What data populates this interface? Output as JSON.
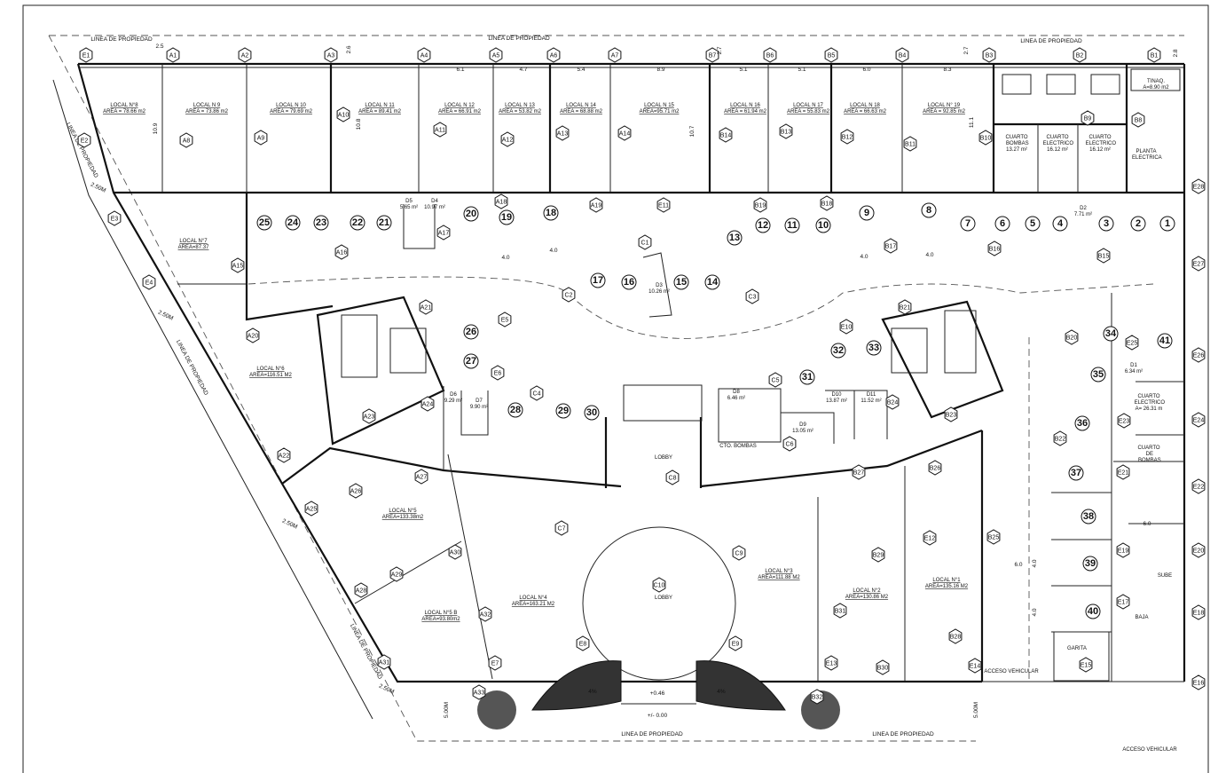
{
  "plan": {
    "property_line_label": "LINEA DE PROPIEDAD",
    "locales": [
      {
        "name": "LOCAL N°8",
        "area": "AREA = 78.66 m2"
      },
      {
        "name": "LOCAL N 9",
        "area": "AREA = 73.86 m2"
      },
      {
        "name": "LOCAL N 10",
        "area": "AREA = 79.69 m2"
      },
      {
        "name": "LOCAL N 11",
        "area": "AREA = 89.41 m2"
      },
      {
        "name": "LOCAL N 12",
        "area": "AREA = 66.91 m2"
      },
      {
        "name": "LOCAL N 13",
        "area": "AREA = 53.82 m2"
      },
      {
        "name": "LOCAL N 14",
        "area": "AREA = 68.88 m2"
      },
      {
        "name": "LOCAL N 15",
        "area": "AREA=95.71 m2"
      },
      {
        "name": "LOCAL N 16",
        "area": "AREA = 61.94 m2"
      },
      {
        "name": "LOCAL N 17",
        "area": "AREA = 55.83 m2"
      },
      {
        "name": "LOCAL N 18",
        "area": "AREA = 66.63 m2"
      },
      {
        "name": "LOCAL N° 19",
        "area": "AREA = 92.85 m2"
      },
      {
        "name": "LOCAL N°7",
        "area": "AREA=87.37"
      },
      {
        "name": "LOCAL N°6",
        "area": "AREA=116.51 M2"
      },
      {
        "name": "LOCAL N°5",
        "area": "AREA=133.38m2"
      },
      {
        "name": "LOCAL N°5 B",
        "area": "AREA=93.80m2"
      },
      {
        "name": "LOCAL N°4",
        "area": "AREA=163.21 M2"
      },
      {
        "name": "LOCAL N°3",
        "area": "AREA=111.88 M2"
      },
      {
        "name": "LOCAL N°2",
        "area": "AREA=130.86 M2"
      },
      {
        "name": "LOCAL N°1",
        "area": "AREA=135.16 M2"
      }
    ],
    "rooms": [
      {
        "name": "CUARTO BOMBAS",
        "area": "13.27 m²"
      },
      {
        "name": "CUARTO ELECTRICO",
        "area": "16.12 m²"
      },
      {
        "name": "CUARTO ELECTRICO",
        "area": "16.12 m²"
      },
      {
        "name": "PLANTA ELECTRICA",
        "area": ""
      },
      {
        "name": "TINAQ.",
        "area": "A=8.90 m2"
      },
      {
        "name": "CUARTO ELECTRICO",
        "area": "A= 26.31 m"
      },
      {
        "name": "CUARTO DE BOMBAS",
        "area": ""
      },
      {
        "name": "D1",
        "area": "6.34 m²"
      },
      {
        "name": "D2",
        "area": "7.71 m²"
      },
      {
        "name": "D3",
        "area": "10.26 m²"
      },
      {
        "name": "D4",
        "area": "10.97 m²"
      },
      {
        "name": "D5",
        "area": "5.65 m²"
      },
      {
        "name": "D6",
        "area": "9.29 m²"
      },
      {
        "name": "D7",
        "area": "9.90 m²"
      },
      {
        "name": "D8",
        "area": "6.46 m²"
      },
      {
        "name": "D9",
        "area": "13.05 m²"
      },
      {
        "name": "D10",
        "area": "13.87 m²"
      },
      {
        "name": "D11",
        "area": "11.52 m²"
      },
      {
        "name": "LOBBY",
        "area": ""
      },
      {
        "name": "CTO. BOMBAS",
        "area": ""
      },
      {
        "name": "LOBBY",
        "area": ""
      },
      {
        "name": "GARITA",
        "area": ""
      },
      {
        "name": "SUBE",
        "area": ""
      },
      {
        "name": "BAJA",
        "area": ""
      },
      {
        "name": "ACCESO VEHICULAR",
        "area": ""
      },
      {
        "name": "ACCESO VEHICULAR",
        "area": ""
      }
    ],
    "levels": [
      "+0.46",
      "+/- 0.00",
      "4%",
      "4%"
    ],
    "parking_spaces": [
      "1",
      "2",
      "3",
      "4",
      "5",
      "6",
      "7",
      "8",
      "9",
      "10",
      "11",
      "12",
      "13",
      "14",
      "15",
      "16",
      "17",
      "18",
      "19",
      "20",
      "21",
      "22",
      "23",
      "24",
      "25",
      "26",
      "27",
      "28",
      "29",
      "30",
      "31",
      "32",
      "33",
      "34",
      "35",
      "36",
      "37",
      "38",
      "39",
      "40",
      "41"
    ],
    "column_tags": [
      "E1",
      "A1",
      "A2",
      "A3",
      "A4",
      "A5",
      "A6",
      "A7",
      "B7",
      "B6",
      "B5",
      "B4",
      "B3",
      "B2",
      "B1",
      "E28",
      "E27",
      "E26",
      "E24",
      "E22",
      "E20",
      "E18",
      "E16",
      "A8",
      "A9",
      "A10",
      "A11",
      "A12",
      "A13",
      "A14",
      "B14",
      "B13",
      "B12",
      "B11",
      "B10",
      "B9",
      "B8",
      "E2",
      "E3",
      "E4",
      "A15",
      "A16",
      "A17",
      "A18",
      "A19",
      "E11",
      "C1",
      "B19",
      "B18",
      "B17",
      "B16",
      "B15",
      "C2",
      "C3",
      "E5",
      "A21",
      "A20",
      "A23",
      "A24",
      "A22",
      "E6",
      "C4",
      "E10",
      "B21",
      "C5",
      "C6",
      "B24",
      "B23",
      "B20",
      "E25",
      "E23",
      "B22",
      "E21",
      "C8",
      "A27",
      "A26",
      "A25",
      "A30",
      "A29",
      "A28",
      "A32",
      "A31",
      "A33",
      "E7",
      "C7",
      "C9",
      "C10",
      "E8",
      "E9",
      "B27",
      "B26",
      "B29",
      "E12",
      "B31",
      "B28",
      "E13",
      "B30",
      "E14",
      "B32",
      "B25",
      "E19",
      "E17",
      "E15"
    ],
    "dimensions": [
      "2.5",
      "2.6",
      "6.1",
      "4.7",
      "5.4",
      "8.9",
      "2.7",
      "5.1",
      "5.1",
      "6.0",
      "8.3",
      "2.7",
      "2.8",
      "10.9",
      "10.8",
      "10.7",
      "11.1",
      "2.50M",
      "2.50M",
      "2.50M",
      "2.50M",
      "5.00M",
      "5.00M",
      "4.0",
      "4.0",
      "4.0",
      "4.0",
      "6.0",
      "4.0",
      "4.0",
      "6.0"
    ]
  }
}
